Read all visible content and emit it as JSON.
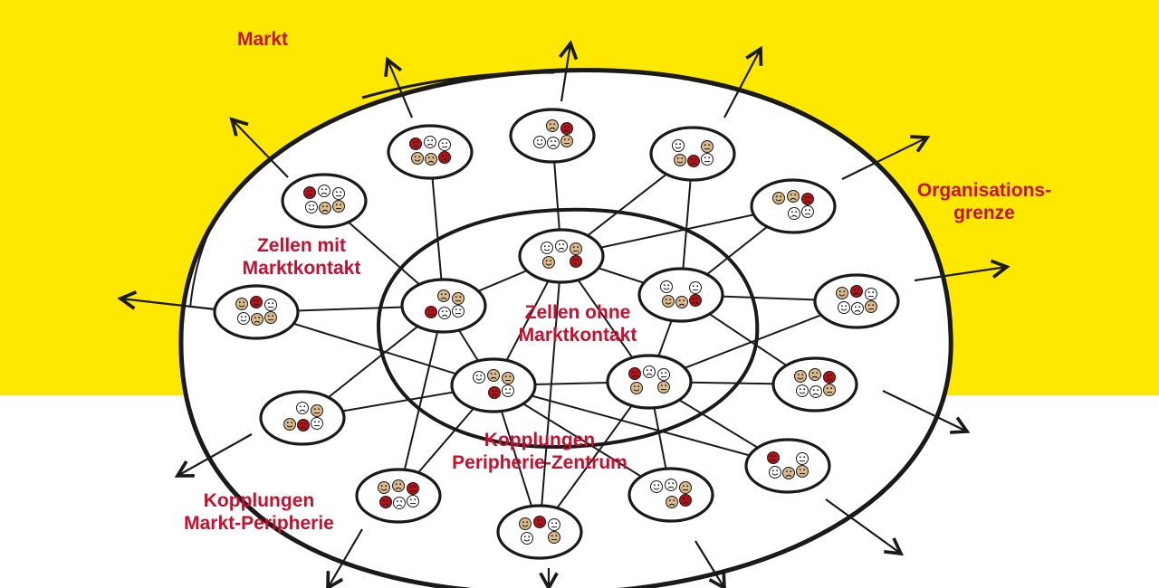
{
  "labels": {
    "markt": "Markt",
    "organisationsgrenze": [
      "Organisations-",
      "grenze"
    ],
    "zellen_mit_marktkontakt": [
      "Zellen mit",
      "Marktkontakt"
    ],
    "zellen_ohne_marktkontakt": [
      "Zellen ohne",
      "Marktkontakt"
    ],
    "kopplungen_peripherie_zentrum": [
      "Kopplungen",
      "Peripherie-Zentrum"
    ],
    "kopplungen_markt_peripherie": [
      "Kopplungen",
      "Markt-Peripherie"
    ]
  },
  "colors": {
    "background_top": "#FFE800",
    "background_bottom": "#FFFFFF",
    "label_red": "#C8102E",
    "face_red": "#B3121B",
    "face_tan": "#D9B98A",
    "ink": "#1A1A1A"
  },
  "icons": [
    "smiley-face-icon",
    "frowning-face-icon",
    "neutral-face-icon"
  ]
}
